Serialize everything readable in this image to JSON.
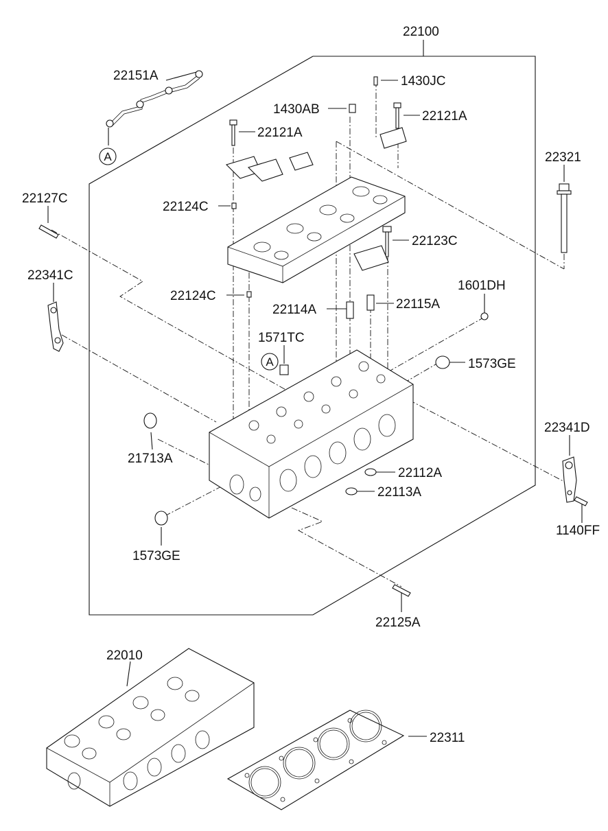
{
  "diagram": {
    "group_label": "22100",
    "callout_letter": "A",
    "parts": {
      "p22151A": "22151A",
      "p1430JC": "1430JC",
      "p1430AB": "1430AB",
      "p22121A_top": "22121A",
      "p22121A_left": "22121A",
      "p22321": "22321",
      "p22127C": "22127C",
      "p22124C_upper": "22124C",
      "p22123C": "22123C",
      "p22341C": "22341C",
      "p22124C_lower": "22124C",
      "p1601DH": "1601DH",
      "p22114A": "22114A",
      "p22115A": "22115A",
      "p1571TC": "1571TC",
      "p1573GE_right": "1573GE",
      "p21713A": "21713A",
      "p22341D": "22341D",
      "p22112A": "22112A",
      "p22113A": "22113A",
      "p1140FF": "1140FF",
      "p1573GE_left": "1573GE",
      "p22125A": "22125A",
      "p22010": "22010",
      "p22311": "22311"
    }
  }
}
